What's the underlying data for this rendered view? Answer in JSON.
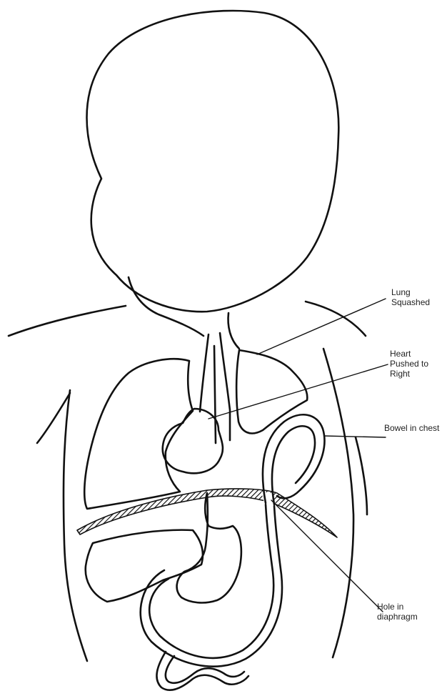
{
  "labels": {
    "lung_line1": "Lung",
    "lung_line2": "Squashed",
    "heart_line1": "Heart",
    "heart_line2": "Pushed to",
    "heart_line3": "Right",
    "bowel": "Bowel in chest",
    "hole_line1": "Hole in",
    "hole_line2": "diaphragm"
  },
  "colors": {
    "ink": "#111111",
    "background": "#ffffff"
  }
}
